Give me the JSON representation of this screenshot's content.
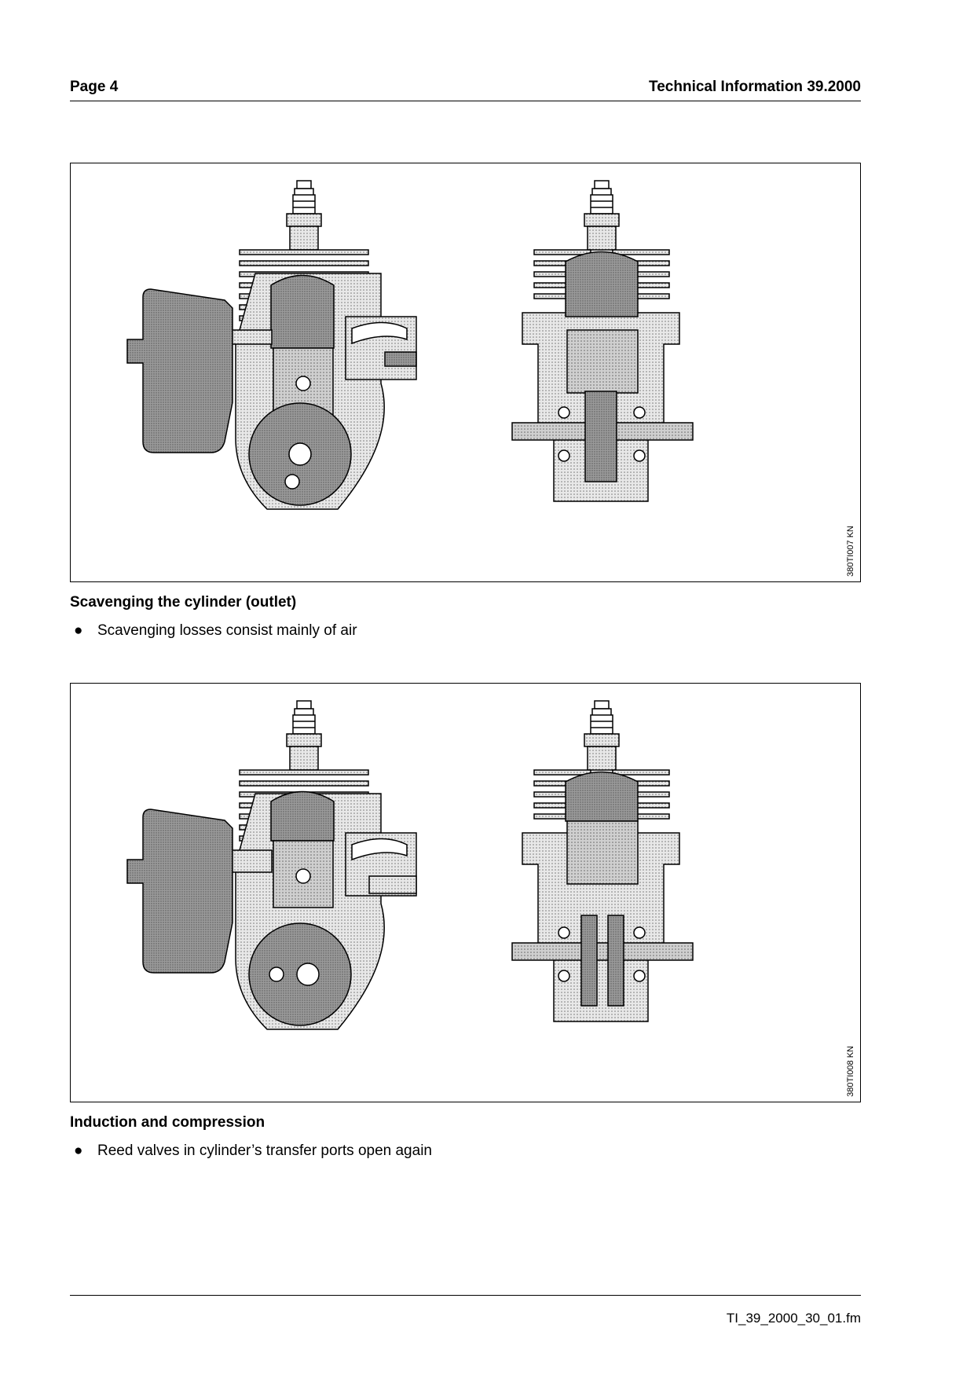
{
  "header": {
    "page_label": "Page 4",
    "doc_title": "Technical Information  39.2000"
  },
  "figures": [
    {
      "code": "380TI007 KN",
      "caption": "Scavenging the cylinder (outlet)",
      "bullet": "Scavenging losses consist mainly of air"
    },
    {
      "code": "380TI008 KN",
      "caption": "Induction and compression",
      "bullet": "Reed valves in cylinder’s transfer ports open again"
    }
  ],
  "bullet_symbol": "●",
  "footer": {
    "filename": "TI_39_2000_30_01.fm"
  }
}
